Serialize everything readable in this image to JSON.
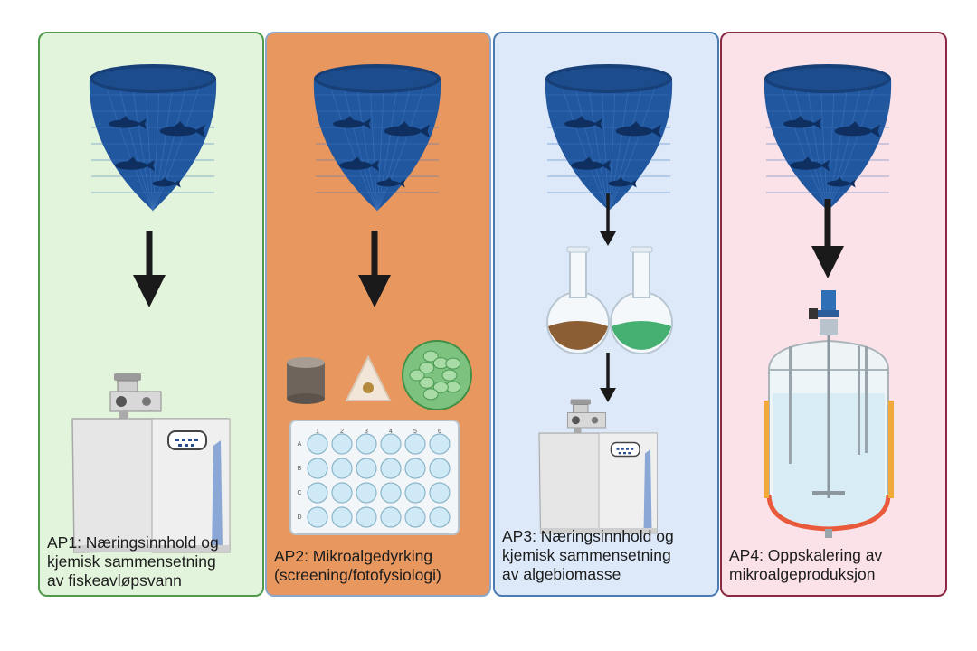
{
  "colors": {
    "panel1_fill": "#e3f4dc",
    "panel1_border": "#4f9a4a",
    "panel2_fill": "#e8975f",
    "panel2_border": "#8aa6c8",
    "panel3_fill": "#dde9f9",
    "panel3_border": "#4b7bb0",
    "panel4_fill": "#fbe1e8",
    "panel4_border": "#8a2a42",
    "tank_blue": "#20579f",
    "tank_rim": "#173f78",
    "fish": "#0e2f60",
    "arrow": "#1a1a1a",
    "analyzer_body": "#e6e6e6",
    "brown_liquid": "#8b5e34",
    "green_liquid": "#45b071",
    "well_color": "#cfeaf6",
    "reactor_heat": "#e85a3b",
    "reactor_liquid": "#d8ecf5",
    "motor_blue": "#2f6fb6"
  },
  "panels": [
    {
      "id": "AP1",
      "caption": "AP1: Næringsinnhold og\nkjemisk sammensetning\nav fiskeavløpsvann",
      "icons": [
        "fish-tank-icon",
        "arrow-down-icon",
        "analyzer-icon"
      ]
    },
    {
      "id": "AP2",
      "caption": "AP2: Mikroalgedyrking\n(screening/fotofysiologi)",
      "icons": [
        "fish-tank-icon",
        "arrow-down-icon",
        "cylinder-alga-icon",
        "triangle-alga-icon",
        "round-alga-icon",
        "well-plate-icon"
      ]
    },
    {
      "id": "AP3",
      "caption": "AP3: Næringsinnhold og\nkjemisk sammensetning\nav algebiomasse",
      "icons": [
        "fish-tank-icon",
        "arrow-down-icon",
        "flask-brown-icon",
        "flask-green-icon",
        "arrow-down-icon",
        "analyzer-icon"
      ]
    },
    {
      "id": "AP4",
      "caption": "AP4: Oppskalering av\nmikroalgeproduksjon",
      "icons": [
        "fish-tank-icon",
        "arrow-down-icon",
        "bioreactor-icon"
      ]
    }
  ],
  "well_plate": {
    "columns": [
      "1",
      "2",
      "3",
      "4",
      "5",
      "6"
    ],
    "rows": [
      "A",
      "B",
      "C",
      "D"
    ]
  }
}
